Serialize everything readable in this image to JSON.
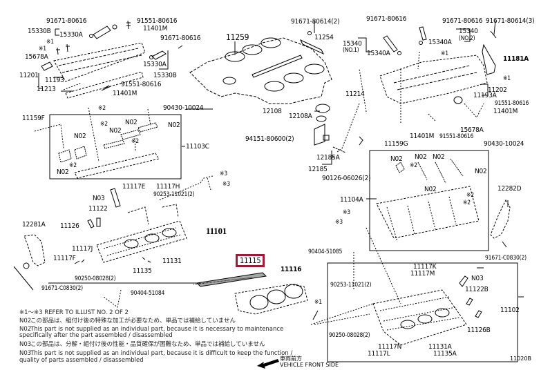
{
  "diagram": {
    "highlight_color": "#9b1b3b",
    "figure_number": "11020B",
    "front_marker": {
      "jp": "車両前方",
      "en": "VEHICLE FRONT SIDE",
      "icon": "arrow-left-icon"
    },
    "labels": {
      "p91671_80616_a": "91671-80616",
      "p91551_80616_a": "91551-80616",
      "p11401M_a": "11401M",
      "p15330B_a": "15330B",
      "p15330A_a": "15330A",
      "p91671_80616_b": "91671-80616",
      "ref1_a": "※1",
      "ref1_b": "※1",
      "p15678A_a": "15678A",
      "p15330A_b": "15330A",
      "p15330B_b": "15330B",
      "p11201": "11201",
      "p11193": "11193",
      "p91551_80616_b": "91551-80616",
      "p11213": "11213",
      "p11401M_b": "11401M",
      "p11259": "11259",
      "p91671_80614_2": "91671-80614(2)",
      "p11254": "11254",
      "p11214": "11214",
      "p11159F": "11159F",
      "ref2_a": "※2",
      "p90430_10024_a": "90430-10024",
      "n02_a": "N02",
      "n02_b": "N02",
      "n02_c": "N02",
      "n02_d": "N02",
      "n02_e": "N02",
      "ref2_b": "※2",
      "ref2_c": "※2",
      "ref2_d": "※2",
      "p11103C": "11103C",
      "p12108": "12108",
      "p12108A": "12108A",
      "p94151_80600": "94151-80600(2)",
      "p12185A": "12185A",
      "p12185": "12185",
      "p90126_06026": "90126-06026(2)",
      "ref3_a": "※3",
      "ref3_b": "※3",
      "p11117E": "11117E",
      "p11117H": "11117H",
      "p90253_11021_a": "90253-11021(2)",
      "n03_a": "N03",
      "p11122": "11122",
      "p12281A": "12281A",
      "p11126": "11126",
      "p11101": "11101",
      "p11117J": "11117J",
      "p11117F": "11117F",
      "p11131": "11131",
      "p11135": "11135",
      "p90250_08028_a": "90250-08028(2)",
      "p91671_C0830_a": "91671-C0830(2)",
      "p90404_51084": "90404-51084",
      "p11115": "11115",
      "p11116": "11116",
      "ref1_c": "※1",
      "p91671_80616_c": "91671-80616",
      "p91671_80616_d": "91671-80616",
      "p91671_80614_3": "91671-80614(3)",
      "p15340_a": "15340",
      "p15340_a_sub": "(NO.1)",
      "p15340A_a": "15340A",
      "p15340_b": "15340",
      "p15340_b_sub": "(NO.2)",
      "p15340A_b": "15340A",
      "ref1_d": "※1",
      "p11181A": "11181A",
      "ref1_e": "※1",
      "p11202": "11202",
      "p11193A": "11193A",
      "p91551_80616_c": "91551-80616",
      "p11401M_c": "11401M",
      "p15678A_b": "15678A",
      "p11401M_d": "11401M",
      "p91551_80616_d": "91551-80616",
      "p11159G": "11159G",
      "p90430_10024_b": "90430-10024",
      "n02_f": "N02",
      "n02_g": "N02",
      "n02_h": "N02",
      "n02_i": "N02",
      "n02_j": "N02",
      "ref2_e": "※2",
      "ref2_f": "※2",
      "ref2_g": "※2",
      "p11104A": "11104A",
      "ref3_c": "※3",
      "ref3_d": "※3",
      "p12282D": "12282D",
      "p91671_C0830_b": "91671-C0830(2)",
      "p90404_51085": "90404-51085",
      "p11117K": "11117K",
      "p11117M": "11117M",
      "n03_b": "N03",
      "p90253_11021_b": "90253-11021(2)",
      "p11122B": "11122B",
      "p11102": "11102",
      "p11126B": "11126B",
      "p90250_08028_b": "90250-08028(2)",
      "p11117N": "11117N",
      "p11117L": "11117L",
      "p11131A": "11131A",
      "p11135A": "11135A"
    }
  },
  "notes": {
    "ref_note": "※1～※3  REFER TO ILLUST NO. 2 OF 2",
    "n02_jp_code": "N02",
    "n02_jp": "この部品は、組付け後の特殊な加工が必要なため、単品では補給していません",
    "n02_en_code": "N02",
    "n02_en_1": "This part is not supplied as an individual part, because it is necessary to maintenance",
    "n02_en_2": "specifically after the part assembled / disassembled",
    "n03_jp_code": "N03",
    "n03_jp": "この部品は、分解・組付け後の性能・品質確保が困難なため、単品では補給していません",
    "n03_en_code": "N03",
    "n03_en_1": "This part is not supplied as an individual part, because it is difficult to keep the function /",
    "n03_en_2": "quality of parts assembled / disassembled"
  }
}
